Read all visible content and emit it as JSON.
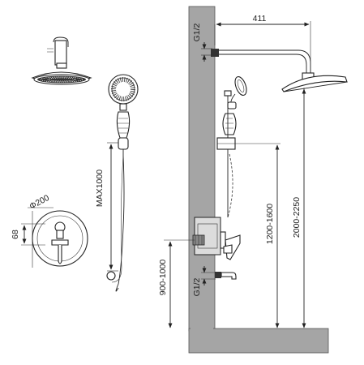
{
  "dimensions": {
    "arm_length": "411",
    "thread_top": "G1/2",
    "thread_bottom": "G1/2",
    "hose_length": "MAX1000",
    "plate_diameter": "Φ200",
    "plate_offset": "68",
    "valve_height": "900-1000",
    "slide_height": "1200-1600",
    "head_height": "2000-2250"
  },
  "colors": {
    "wall": "#a5a5a5",
    "line": "#222222",
    "background": "#ffffff"
  }
}
